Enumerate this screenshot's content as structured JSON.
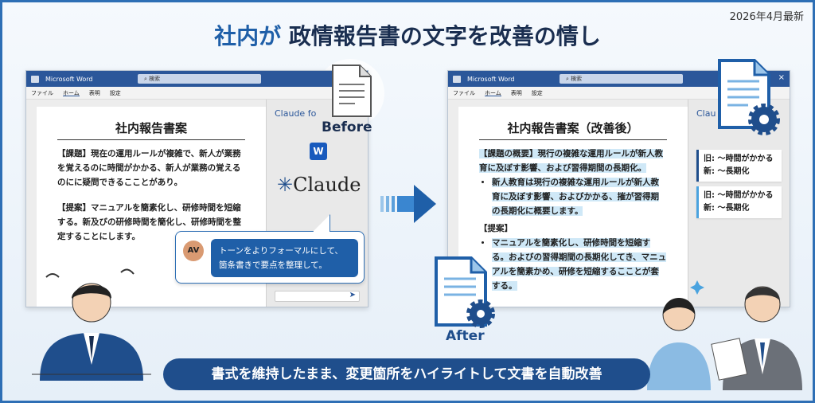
{
  "date_badge": "2026年4月最新",
  "title": {
    "highlight": "社内が",
    "rest": " 政情報告書の文字を改善の情し"
  },
  "window": {
    "app_name": "Microsoft Word",
    "search_placeholder": "検索",
    "menu": [
      "ファイル",
      "ホーム",
      "表明",
      "設定"
    ],
    "close": "×"
  },
  "before": {
    "label": "Before",
    "doc_title": "社内報告書案",
    "para1": "【課題】現在の運用ルールが複雑で、新人が業務を覚えるのに時間がかかる、新人が業務の覚えるのにに疑問できるこことがあり。",
    "para2": "【提案】マニュアルを簡素化し、研修時間を短縮する。新及びの研修時間を簡化し、研修時間を整定することにします。",
    "pane_title": "Claude fo",
    "brand": "Claude",
    "word_letter": "W",
    "avatar": "AV",
    "prompt": "トーンをよりフォーマルにして、箇条書きで要点を整理して。",
    "send": "➤"
  },
  "after": {
    "label": "After",
    "doc_title": "社内報告書案（改善後）",
    "para1": "【課題の概要】現行の複雑な運用ルールが新人教育に及ぼす影響、および習得期間の長期化。",
    "bullet1": "新人教育は現行の複雑な運用ルールが新人教育に及ぼす影響、およびかかる、摧が習得期の長期化に概要します。",
    "heading2": "【提案】",
    "bullet2": "マニュアルを簡素化し、研修時間を短縮する。およびの習得期間の長期化してき、マニュアルを簡素かめ、研修を短縮するこことが套する。",
    "pane_title": "Clau",
    "changes": [
      {
        "old": "旧: ～時間がかかる",
        "new": "新: ～長期化"
      },
      {
        "old": "旧: ～時間がかかる",
        "new": "新: ～長期化"
      }
    ]
  },
  "banner": "書式を維持したまま、変更箇所をハイライトして文書を自動改善",
  "colors": {
    "primary": "#1f4e8c",
    "word": "#2b579a",
    "highlight": "#cfe8f7"
  }
}
